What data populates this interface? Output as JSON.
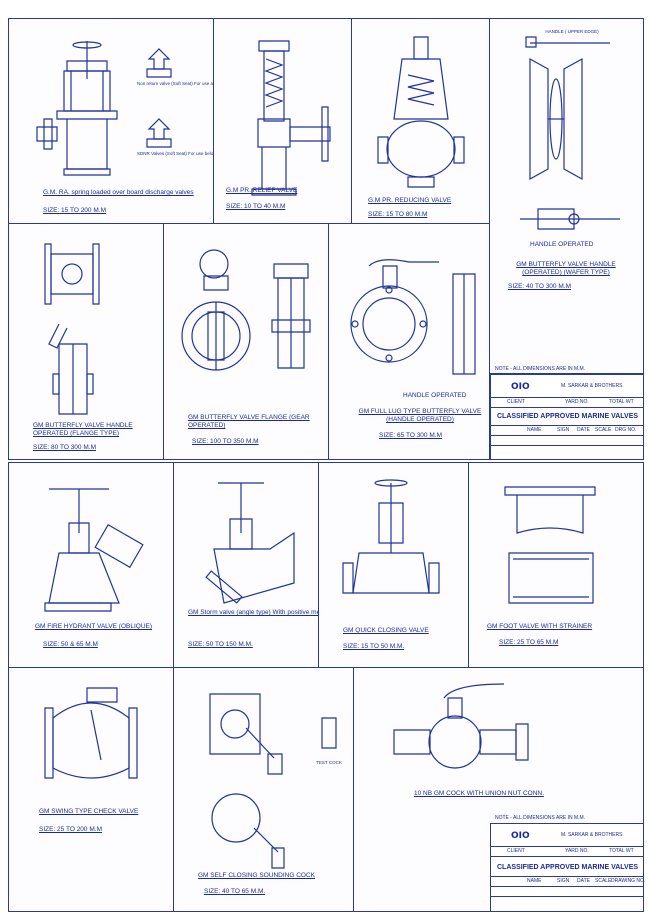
{
  "sheet1": {
    "valves": [
      {
        "title": "G.M. RA. spring loaded over board discharge valves",
        "size": "SIZE: 15 TO 200 M.M"
      },
      {
        "title": "G.M PR. RELIEF VALVE",
        "size": "SIZE: 10 TO 40 M.M"
      },
      {
        "title": "G.M PR. REDUCING VALVE",
        "size": "SIZE: 15 TO 80 M.M"
      },
      {
        "title": "GM BUTTERFLY VALVE HANDLE (OPERATED) (WAFER TYPE)",
        "size": "SIZE: 40 TO 300 M.M"
      },
      {
        "title": "GM BUTTERFLY VALVE HANDLE OPERATED (FLANGE TYPE)",
        "size": "SIZE: 80 TO 300 M.M"
      },
      {
        "title": "GM BUTTERFLY VALVE FLANGE (GEAR OPERATED)",
        "size": "SIZE: 100 TO 350 M.M"
      },
      {
        "title": "GM FULL LUG TYPE BUTTERFLY VALVE (HANDLE OPERATED)",
        "size": "SIZE: 65 TO 300 M.M"
      }
    ],
    "notes": {
      "non_return": "Non return valve (Soft Seat) For use above water line",
      "sdnr": "SDNR Valves (Soft Seat) For use below water line",
      "handle_operated_top": "HANDLE OPERATED",
      "handle_operated_lug": "HANDLE OPERATED",
      "handle_upper": "HANDLE ( UPPER EDGE)"
    },
    "title_block": {
      "note": "NOTE - ALL DIMENSIONS ARE IN M.M.",
      "logo": "OIO",
      "maker": "M. SARKAR & BROTHERS",
      "client_label": "CLIENT",
      "yard_label": "YARD NO.",
      "total_label": "TOTAL WT",
      "title": "CLASSIFIED APPROVED MARINE VALVES",
      "cols": [
        "NAME",
        "SIGN",
        "DATE",
        "SCALE",
        "DRG NO."
      ]
    }
  },
  "sheet2": {
    "valves": [
      {
        "title": "GM FIRE HYDRANT VALVE (OBLIQUE)",
        "size": "SIZE: 50 & 65 M.M"
      },
      {
        "title": "GM Storm valve (angle type) With positive means of closing",
        "size": "SIZE: 50 TO 150 M.M."
      },
      {
        "title": "GM QUICK CLOSING VALVE",
        "size": "SIZE: 15 TO 50 M.M."
      },
      {
        "title": "GM FOOT VALVE WITH STRAINER",
        "size": "SIZE: 25 TO 65 M.M"
      },
      {
        "title": "GM SWING TYPE CHECK VALVE",
        "size": "SIZE: 25 TO 200 M.M"
      },
      {
        "title": "GM SELF CLOSING SOUNDING COCK",
        "size": "SIZE: 40 TO 65 M.M."
      },
      {
        "title": "10 NB GM COCK WITH UNION NUT CONN.",
        "size": ""
      }
    ],
    "notes": {
      "test_cock": "TEST COCK"
    },
    "title_block": {
      "note": "NOTE - ALL DIMENSIONS ARE IN M.M.",
      "logo": "OIO",
      "maker": "M. SARKAR & BROTHERS",
      "client_label": "CLIENT",
      "yard_label": "YARD NO.",
      "total_label": "TOTAL WT",
      "title": "CLASSIFIED APPROVED MARINE VALVES",
      "cols": [
        "NAME",
        "SIGN",
        "DATE",
        "SCALE",
        "DRAWING NO."
      ]
    }
  }
}
